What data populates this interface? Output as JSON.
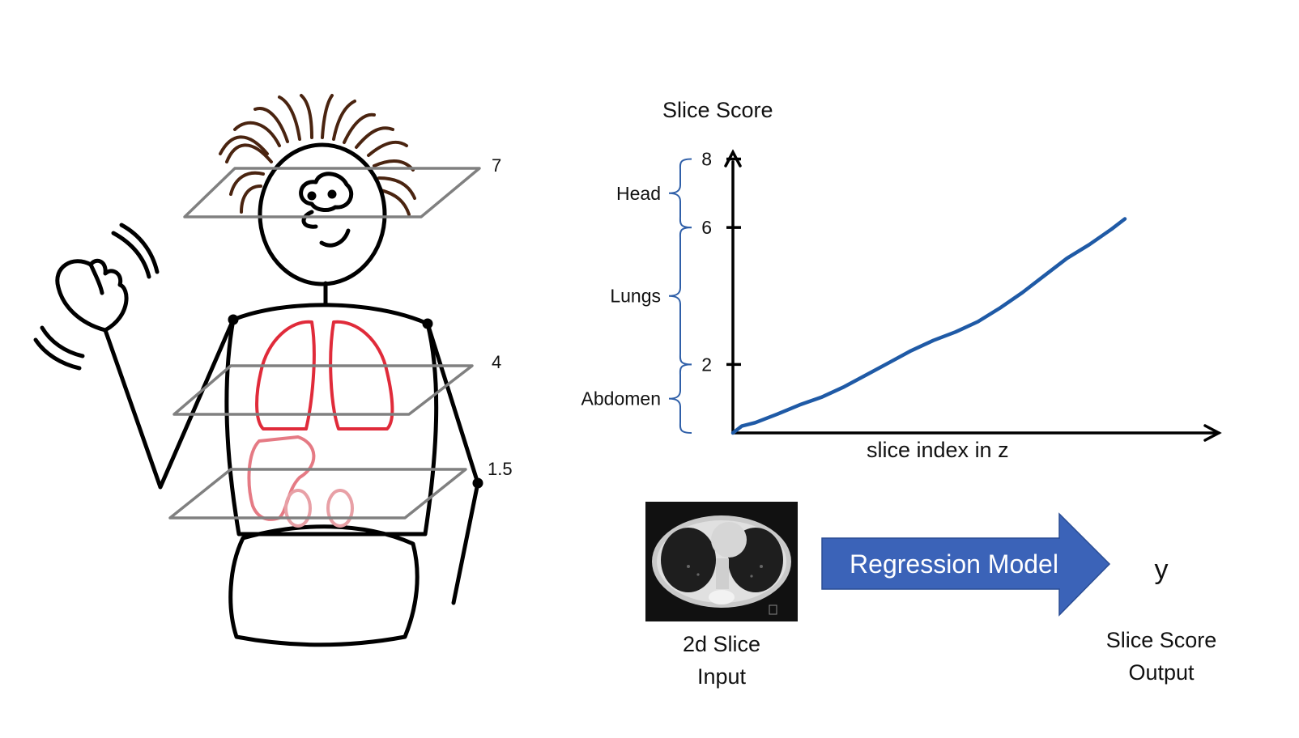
{
  "figure": {
    "levels": [
      {
        "value": "7"
      },
      {
        "value": "4"
      },
      {
        "value": "1.5"
      }
    ],
    "colors": {
      "hair": "#4a2410",
      "lungs": "#e02b3a",
      "abdomen_organs": "#e57a84",
      "kidneys": "#e8a0a6",
      "planes": "#808080",
      "bracket": "#2f5fa8",
      "curve": "#1f5aa6",
      "arrow": "#3b63b8"
    }
  },
  "chart_data": {
    "type": "line",
    "ylabel": "Slice Score",
    "xlabel": "slice index in z",
    "yticks": [
      2,
      6,
      8
    ],
    "ylim": [
      0,
      8.2
    ],
    "xlim": [
      0,
      10
    ],
    "regions": [
      {
        "name": "Head",
        "from": 6,
        "to": 8
      },
      {
        "name": "Lungs",
        "from": 2,
        "to": 6
      },
      {
        "name": "Abdomen",
        "from": 0,
        "to": 2
      }
    ],
    "series": [
      {
        "x": [
          0,
          0.2,
          0.5,
          1.0,
          1.5,
          2.0,
          2.5,
          3.0,
          3.5,
          4.0,
          4.5,
          5.0,
          5.5,
          6.0,
          6.5,
          7.0,
          7.5,
          8.0,
          8.5,
          8.8
        ],
        "y": [
          0,
          0.2,
          0.3,
          0.55,
          0.82,
          1.05,
          1.35,
          1.7,
          2.05,
          2.4,
          2.7,
          2.95,
          3.25,
          3.65,
          4.1,
          4.6,
          5.1,
          5.5,
          5.95,
          6.25
        ]
      }
    ]
  },
  "pipeline": {
    "input_caption_line1": "2d Slice",
    "input_caption_line2": "Input",
    "model_label": "Regression Model",
    "output_symbol": "y",
    "output_caption_line1": "Slice Score",
    "output_caption_line2": "Output"
  }
}
